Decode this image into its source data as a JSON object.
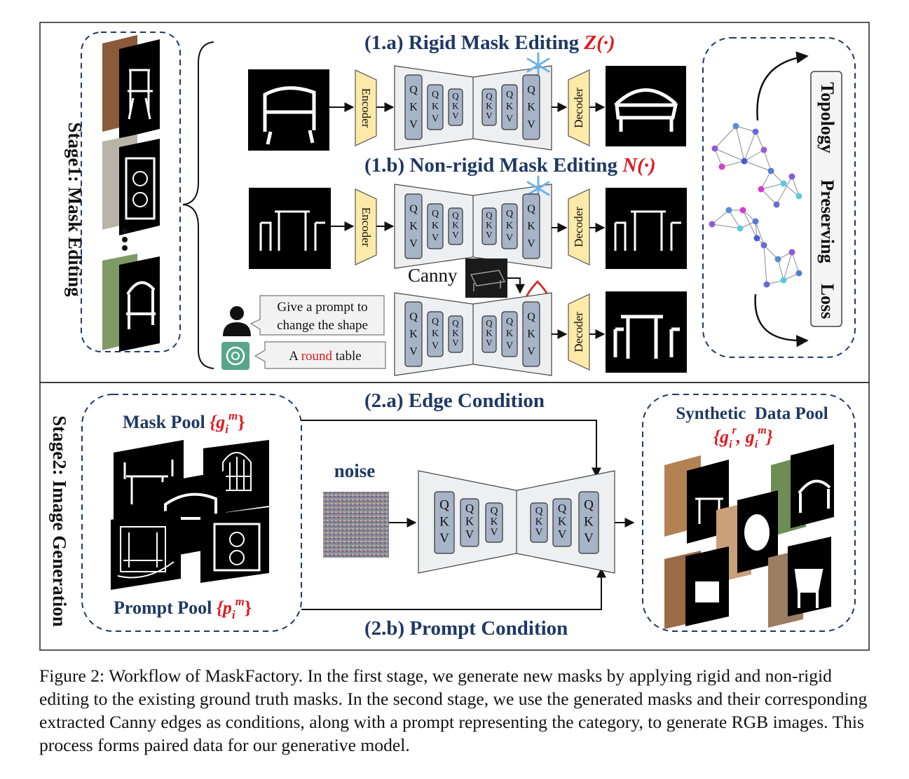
{
  "stage1": {
    "label": "Stage1: Mask Editing",
    "rigid_title_prefix": "(1.a) Rigid Mask Editing ",
    "rigid_symbol": "Z(·)",
    "nonrigid_title_prefix": "(1.b) Non-rigid Mask Editing ",
    "nonrigid_symbol": "N(·)",
    "encoder_label": "Encoder",
    "decoder_label": "Decoder",
    "qkv_q": "Q",
    "qkv_k": "K",
    "qkv_v": "V",
    "canny_label": "Canny",
    "prompt_bubble_line1": "Give a prompt to",
    "prompt_bubble_line2": "change the shape",
    "answer_prefix": "A ",
    "answer_highlight": "round",
    "answer_suffix": " table",
    "loss_word1": "Topology",
    "loss_word2": "Preserving",
    "loss_word3": "Loss"
  },
  "stage2": {
    "label": "Stage2: Image Generation",
    "edge_condition": "(2.a) Edge Condition",
    "prompt_condition": "(2.b) Prompt Condition",
    "mask_pool_prefix": "Mask Pool ",
    "mask_pool_symbol": "{g",
    "prompt_pool_prefix": "Prompt Pool ",
    "noise_label": "noise",
    "synthetic_title": "Synthetic  Data Pool"
  },
  "colors": {
    "navy": "#1f3864",
    "red": "#e0191f",
    "encoder_fill": "#fde9a8",
    "block_fill": "#a7b4c7",
    "unet_fill": "#eeeff1"
  },
  "caption": "Figure 2: Workflow of MaskFactory. In the first stage, we generate new masks by applying rigid and non-rigid editing to the existing ground truth masks. In the second stage, we use the generated masks and their corresponding extracted Canny edges as conditions, along with a prompt representing the category, to generate RGB images. This process forms paired data for our generative model."
}
